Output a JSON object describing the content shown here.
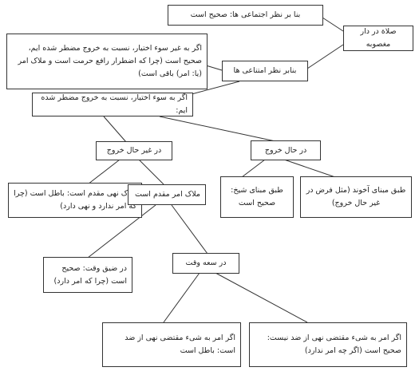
{
  "nodes": {
    "root": "صلاة در دار مغصوبه",
    "unity_view": "بنا بر نظر اجتماعی ها: صحیح است",
    "separation_view": "بنابر نظر امتناعی ها",
    "without_choice": "اگر به غیر سوء اختیار، نسبت به خروج مضطر شده ایم، صحیح است (چرا که اضطرار رافع حرمت است و ملاک امر (یا: امر) باقی است)",
    "with_choice": "اگر به سوء اختیار، نسبت به خروج مضطر شده ایم:",
    "during_exit": "در حال خروج",
    "not_during_exit": "در غیر حال خروج",
    "akhund": "طبق مبنای آخوند (مثل فرض در غیر حال خروج)",
    "shaykh": "طبق مبنای شیخ: صحیح است",
    "prohibition_priority": "ملاک نهی مقدم است: باطل است (چرا که امر ندارد و نهی دارد)",
    "command_priority": "ملاک امر مقدم است",
    "narrow_time": "در ضیق وقت: صحیح است (چرا که امر دارد)",
    "wide_time": "در سعه وقت",
    "opposite_not_required": "اگر امر به شیء مقتضی نهی از ضد نیست: صحیح است (اگر چه امر ندارد)",
    "opposite_required": "اگر امر به شیء مقتضی نهی از ضد است: باطل است"
  }
}
